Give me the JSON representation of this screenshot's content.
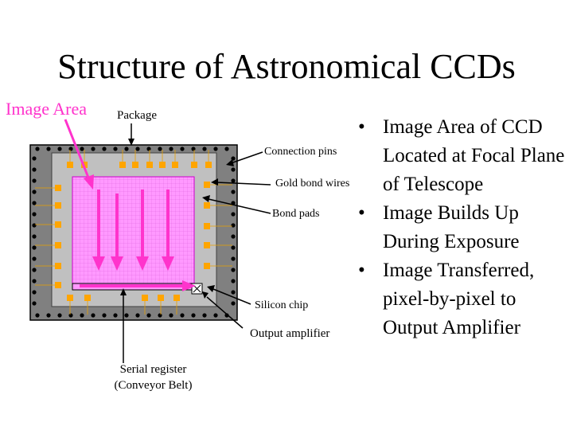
{
  "slide": {
    "title": "Structure of Astronomical CCDs",
    "labels": {
      "image_area": "Image Area",
      "package": "Package",
      "connection_pins": "Connection pins",
      "gold_bond_wires": "Gold bond wires",
      "bond_pads": "Bond pads",
      "silicon_chip": "Silicon chip",
      "output_amplifier": "Output amplifier",
      "serial_register_line1": "Serial register",
      "serial_register_line2": "(Conveyor Belt)"
    },
    "bullets": [
      "Image Area of CCD Located at Focal Plane of Telescope",
      "Image Builds Up During Exposure",
      "Image Transferred, pixel-by-pixel to Output Amplifier"
    ],
    "bullet_symbol": "•"
  },
  "colors": {
    "image_area": "#ff33cc",
    "pixel_fill": "#ff99ff",
    "package": "#808080",
    "silicon": "#c0c0c0",
    "bond_pad": "#ffa500",
    "pin": "#000000"
  }
}
